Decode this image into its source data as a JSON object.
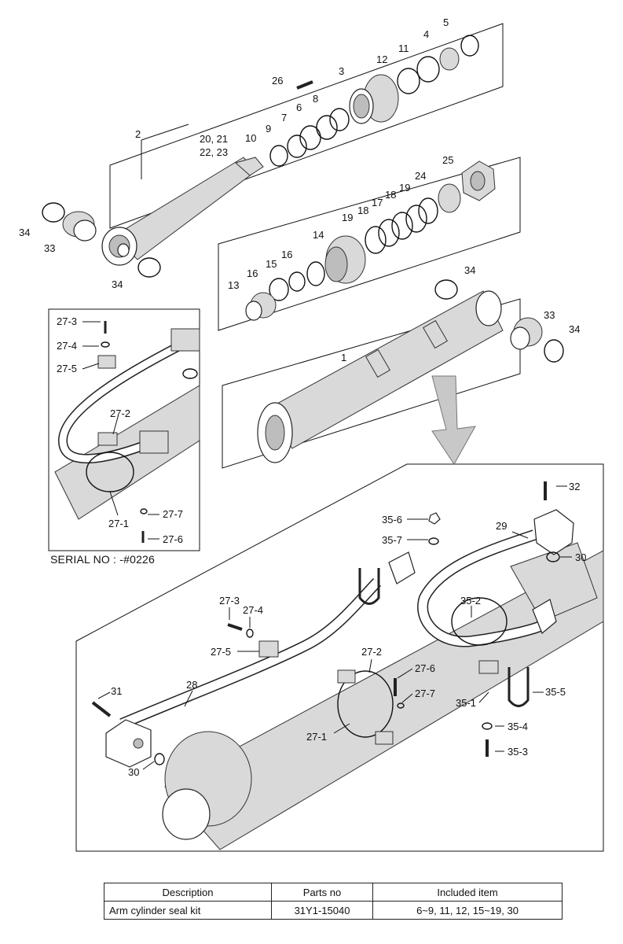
{
  "callouts": {
    "c2": "2",
    "c3": "3",
    "c4": "4",
    "c5": "5",
    "c8": "8",
    "c11": "11",
    "c12": "12",
    "c26": "26",
    "c6": "6",
    "c7": "7",
    "c9": "9",
    "c10": "10",
    "c20": "20, 21",
    "c22": "22, 23",
    "c34a": "34",
    "c33a": "33",
    "c34b": "34",
    "c25": "25",
    "c24": "24",
    "c19a": "19",
    "c18a": "18",
    "c17": "17",
    "c19b": "19",
    "c18b": "18",
    "c14": "14",
    "c16a": "16",
    "c15": "15",
    "c16b": "16",
    "c13": "13",
    "c34c": "34",
    "c33b": "33",
    "c34d": "34",
    "c1": "1",
    "i273": "27-3",
    "i274": "27-4",
    "i275": "27-5",
    "i272": "27-2",
    "i271": "27-1",
    "i277": "27-7",
    "i276": "27-6",
    "d32": "32",
    "d29": "29",
    "d30a": "30",
    "d356": "35-6",
    "d357": "35-7",
    "d352": "35-2",
    "d273": "27-3",
    "d274": "27-4",
    "d275": "27-5",
    "d272": "27-2",
    "d276": "27-6",
    "d277": "27-7",
    "d28": "28",
    "d31": "31",
    "d271": "27-1",
    "d351": "35-1",
    "d355": "35-5",
    "d354": "35-4",
    "d353": "35-3",
    "d30b": "30"
  },
  "serial_note": "SERIAL NO : -#0226",
  "table": {
    "headers": [
      "Description",
      "Parts no",
      "Included item"
    ],
    "rows": [
      [
        "Arm cylinder seal kit",
        "31Y1-15040",
        "6~9, 11, 12, 15~19, 30"
      ]
    ]
  }
}
